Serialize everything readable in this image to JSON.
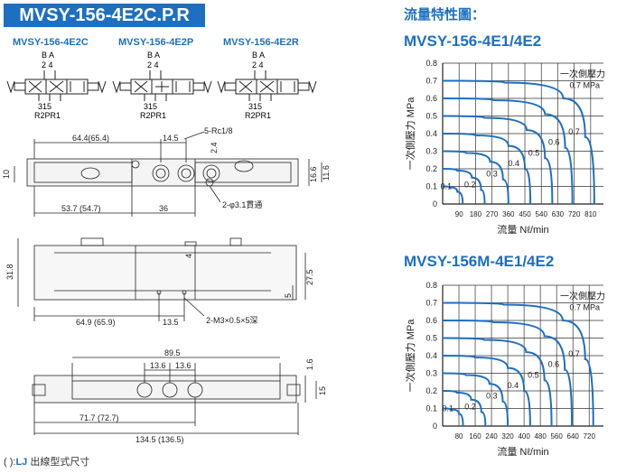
{
  "header": {
    "model": "MVSY-156-4E2C.P.R"
  },
  "symbols": [
    {
      "label": "MVSY-156-4E2C",
      "top_ports": "B  A",
      "top_nums": "2  4",
      "bottom_nums": "315",
      "bottom_ports": "R2PR1"
    },
    {
      "label": "MVSY-156-4E2P",
      "top_ports": "B  A",
      "top_nums": "2  4",
      "bottom_nums": "315",
      "bottom_ports": "R2PR1"
    },
    {
      "label": "MVSY-156-4E2R",
      "top_ports": "B  A",
      "top_nums": "2  4",
      "bottom_nums": "315",
      "bottom_ports": "R2PR1"
    }
  ],
  "drawing": {
    "top_view": {
      "dims": [
        "64.4(65.4)",
        "14.5",
        "5-Rc1/8",
        "2.4",
        "10",
        "16.6",
        "11.6",
        "53.7 (54.7)",
        "36",
        "2-φ3.1貫通"
      ]
    },
    "front_view": {
      "dims": [
        "31.8",
        "4",
        "27.5",
        "5",
        "64.9 (65.9)",
        "13.5",
        "2-M3×0.5×5深"
      ]
    },
    "bottom_view": {
      "dims": [
        "89.5",
        "13.6",
        "13.6",
        "1.6",
        "15",
        "71.7 (72.7)",
        "134.5 (136.5)"
      ]
    }
  },
  "footnote": {
    "bracket": "( ):",
    "lj": "LJ",
    "text": "出線型式尺寸"
  },
  "flow_section_title": "流量特性圖：",
  "chart_data": [
    {
      "type": "line",
      "title": "MVSY-156-4E1/4E2",
      "ylabel": "一次側壓力  MPa",
      "xlabel": "流量  Nℓ/min",
      "x_ticks": [
        90,
        180,
        270,
        360,
        450,
        540,
        630,
        720,
        810
      ],
      "y_ticks": [
        0,
        0.1,
        0.2,
        0.3,
        0.4,
        0.5,
        0.6,
        0.7,
        0.8
      ],
      "xlim": [
        0,
        880
      ],
      "ylim": [
        0,
        0.8
      ],
      "annotation": "一次側壓力",
      "annotation_unit": "0.7 MPa",
      "series": [
        {
          "name": "0.1",
          "x": [
            0,
            40,
            80,
            110
          ],
          "y": [
            0.1,
            0.095,
            0.07,
            0.0
          ]
        },
        {
          "name": "0.2",
          "x": [
            0,
            80,
            160,
            210,
            230
          ],
          "y": [
            0.2,
            0.19,
            0.15,
            0.08,
            0.0
          ]
        },
        {
          "name": "0.3",
          "x": [
            0,
            130,
            260,
            330,
            360
          ],
          "y": [
            0.3,
            0.29,
            0.24,
            0.14,
            0.0
          ]
        },
        {
          "name": "0.4",
          "x": [
            0,
            180,
            360,
            450,
            480
          ],
          "y": [
            0.4,
            0.39,
            0.33,
            0.2,
            0.0
          ]
        },
        {
          "name": "0.5",
          "x": [
            0,
            230,
            460,
            560,
            600
          ],
          "y": [
            0.5,
            0.49,
            0.42,
            0.26,
            0.0
          ]
        },
        {
          "name": "0.6",
          "x": [
            0,
            280,
            560,
            670,
            710
          ],
          "y": [
            0.6,
            0.59,
            0.51,
            0.32,
            0.0
          ]
        },
        {
          "name": "0.7",
          "x": [
            0,
            340,
            660,
            780,
            830
          ],
          "y": [
            0.7,
            0.69,
            0.6,
            0.38,
            0.0
          ]
        }
      ]
    },
    {
      "type": "line",
      "title": "MVSY-156M-4E1/4E2",
      "ylabel": "一次側壓力  MPa",
      "xlabel": "流量  Nℓ/min",
      "x_ticks": [
        80,
        160,
        240,
        320,
        400,
        480,
        560,
        640,
        720
      ],
      "y_ticks": [
        0,
        0.1,
        0.2,
        0.3,
        0.4,
        0.5,
        0.6,
        0.7,
        0.8
      ],
      "xlim": [
        0,
        790
      ],
      "ylim": [
        0,
        0.8
      ],
      "annotation": "一次側壓力",
      "annotation_unit": "0.7 MPa",
      "series": [
        {
          "name": "0.1",
          "x": [
            0,
            40,
            80,
            100
          ],
          "y": [
            0.1,
            0.095,
            0.07,
            0.0
          ]
        },
        {
          "name": "0.2",
          "x": [
            0,
            70,
            140,
            190,
            210
          ],
          "y": [
            0.2,
            0.19,
            0.15,
            0.08,
            0.0
          ]
        },
        {
          "name": "0.3",
          "x": [
            0,
            115,
            230,
            295,
            320
          ],
          "y": [
            0.3,
            0.29,
            0.24,
            0.14,
            0.0
          ]
        },
        {
          "name": "0.4",
          "x": [
            0,
            160,
            320,
            400,
            430
          ],
          "y": [
            0.4,
            0.39,
            0.33,
            0.2,
            0.0
          ]
        },
        {
          "name": "0.5",
          "x": [
            0,
            205,
            410,
            500,
            535
          ],
          "y": [
            0.5,
            0.49,
            0.42,
            0.26,
            0.0
          ]
        },
        {
          "name": "0.6",
          "x": [
            0,
            250,
            500,
            600,
            635
          ],
          "y": [
            0.6,
            0.59,
            0.51,
            0.32,
            0.0
          ]
        },
        {
          "name": "0.7",
          "x": [
            0,
            300,
            590,
            700,
            740
          ],
          "y": [
            0.7,
            0.69,
            0.6,
            0.38,
            0.0
          ]
        }
      ]
    }
  ]
}
